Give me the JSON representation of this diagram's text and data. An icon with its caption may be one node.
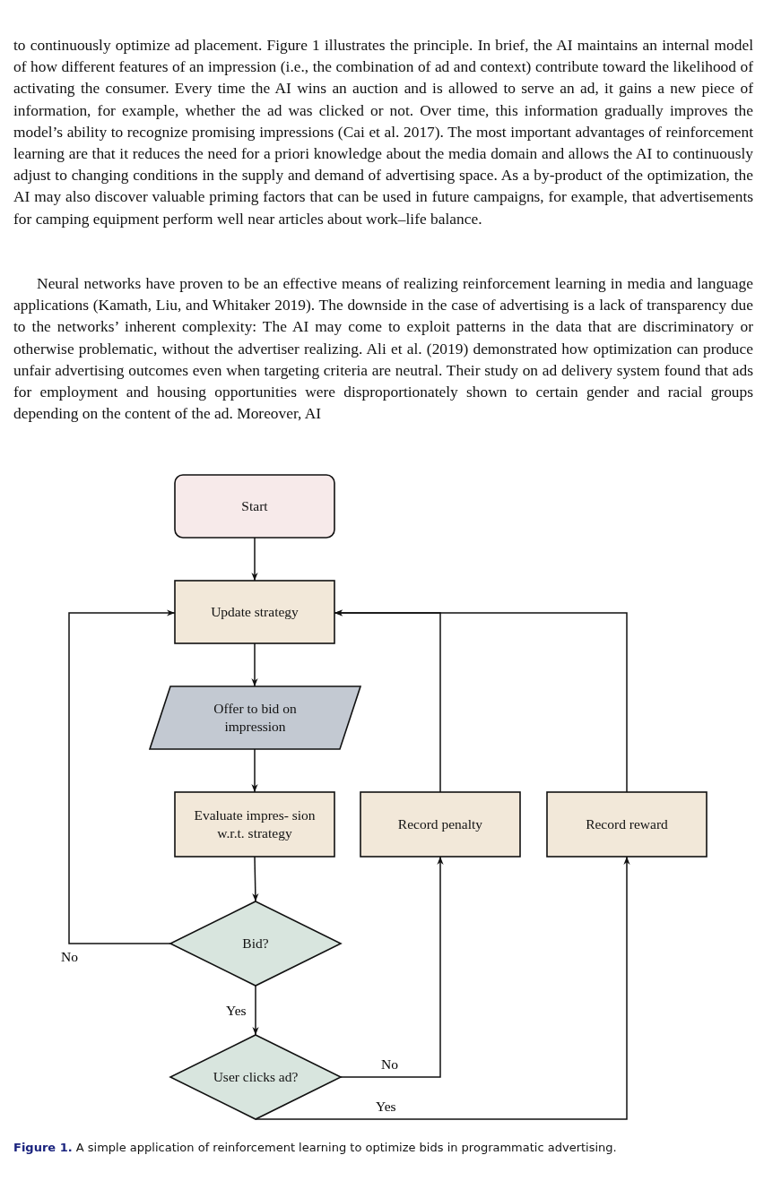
{
  "diagram": {
    "caption": "**Figure 1.** A simple application of reinforcement learning to optimize bids in programmatic advertising.",
    "nodes": [
      {
        "text": [
          "Start"
        ]
      },
      {
        "text": [
          "Update strategy"
        ]
      },
      {
        "text": [
          "Offer to bid on impression"
        ]
      },
      {
        "text": [
          "Evaluate impres- sion w.r.t. strategy"
        ]
      },
      {
        "text": [
          "Record penalty"
        ]
      },
      {
        "text": [
          "Record reward"
        ]
      },
      {
        "text": [
          "Bid?"
        ]
      },
      {
        "text": [
          "User clicks ad?"
        ]
      }
    ],
    "edges": [
      {
        "from": 0,
        "to": 1,
        "arrow": "to"
      },
      {
        "from": 1,
        "to": 2,
        "arrow": "to"
      },
      {
        "from": 2,
        "to": 3,
        "arrow": "to"
      },
      {
        "from": 3,
        "to": 6,
        "arrow": "to"
      },
      {
        "from": 6,
        "to": 1,
        "arrow": "to",
        "label": "No"
      },
      {
        "from": 6,
        "to": 7,
        "arrow": "to",
        "label": "Yes"
      },
      {
        "from": 7,
        "to": 4,
        "arrow": "to",
        "label": "No"
      },
      {
        "from": 7,
        "to": 5,
        "arrow": "to",
        "label": "Yes"
      },
      {
        "from": 4,
        "to": 1,
        "arrow": "to"
      },
      {
        "from": 5,
        "to": 1,
        "arrow": "to"
      }
    ],
    "labels": [
      "to continuously optimize ad placement. Figure 1 illustrates the principle. In brief, the AI maintains an internal model of how different features of an impression (i.e., the combination of ad and context) contribute toward the likelihood of activating the consumer. Every time the AI wins an auction and is allowed to serve an ad, it gains a new piece of information, for example, whether the ad was clicked or not. Over time, this information gradually improves the model’s ability to recognize promising impressions (Cai et al. 2017). The most important advantages of reinforcement learning are that it reduces the need for a priori knowledge about the media domain and allows the AI to continuously adjust to changing conditions in the supply and demand of advertising space. As a by-product of the optimization, the AI may also discover valuable priming factors that can be used in future campaigns, for example, that advertisements for camping equipment perform well near articles about work–life balance.",
      "Neural networks have proven to be an effective means of realizing reinforcement learning in media and language applications (Kamath, Liu, and Whitaker 2019). The downside in the case of advertising is a lack of transparency due to the networks’ inherent complexity: The AI may come to exploit patterns in the data that are discriminatory or otherwise problematic, without the advertiser realizing. Ali et al. (2019) demonstrated how optimization can produce unfair advertising outcomes even when targeting criteria are neutral. Their study on ad delivery system found that ads for employment and housing opportunities were disproportionately shown to certain gender and racial groups depending on the content of the ad. Moreover, AI"
    ]
  }
}
